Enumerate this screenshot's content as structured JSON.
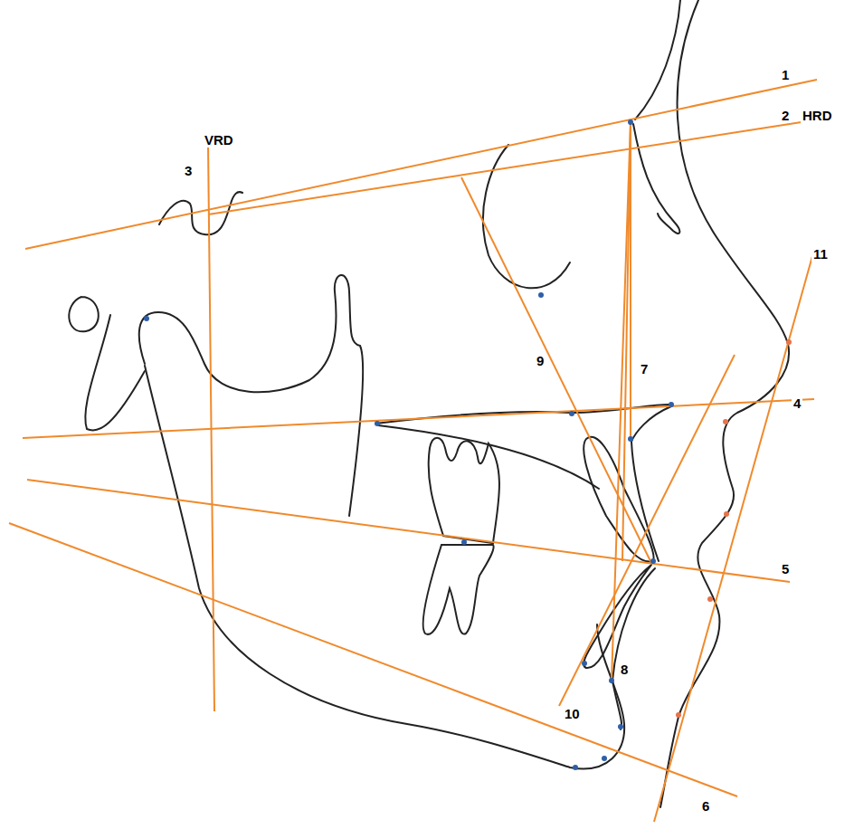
{
  "diagram": {
    "labels": [
      "1",
      "2",
      "HRD",
      "VRD",
      "3",
      "11",
      "9",
      "7",
      "4",
      "5",
      "8",
      "10",
      "6"
    ]
  }
}
